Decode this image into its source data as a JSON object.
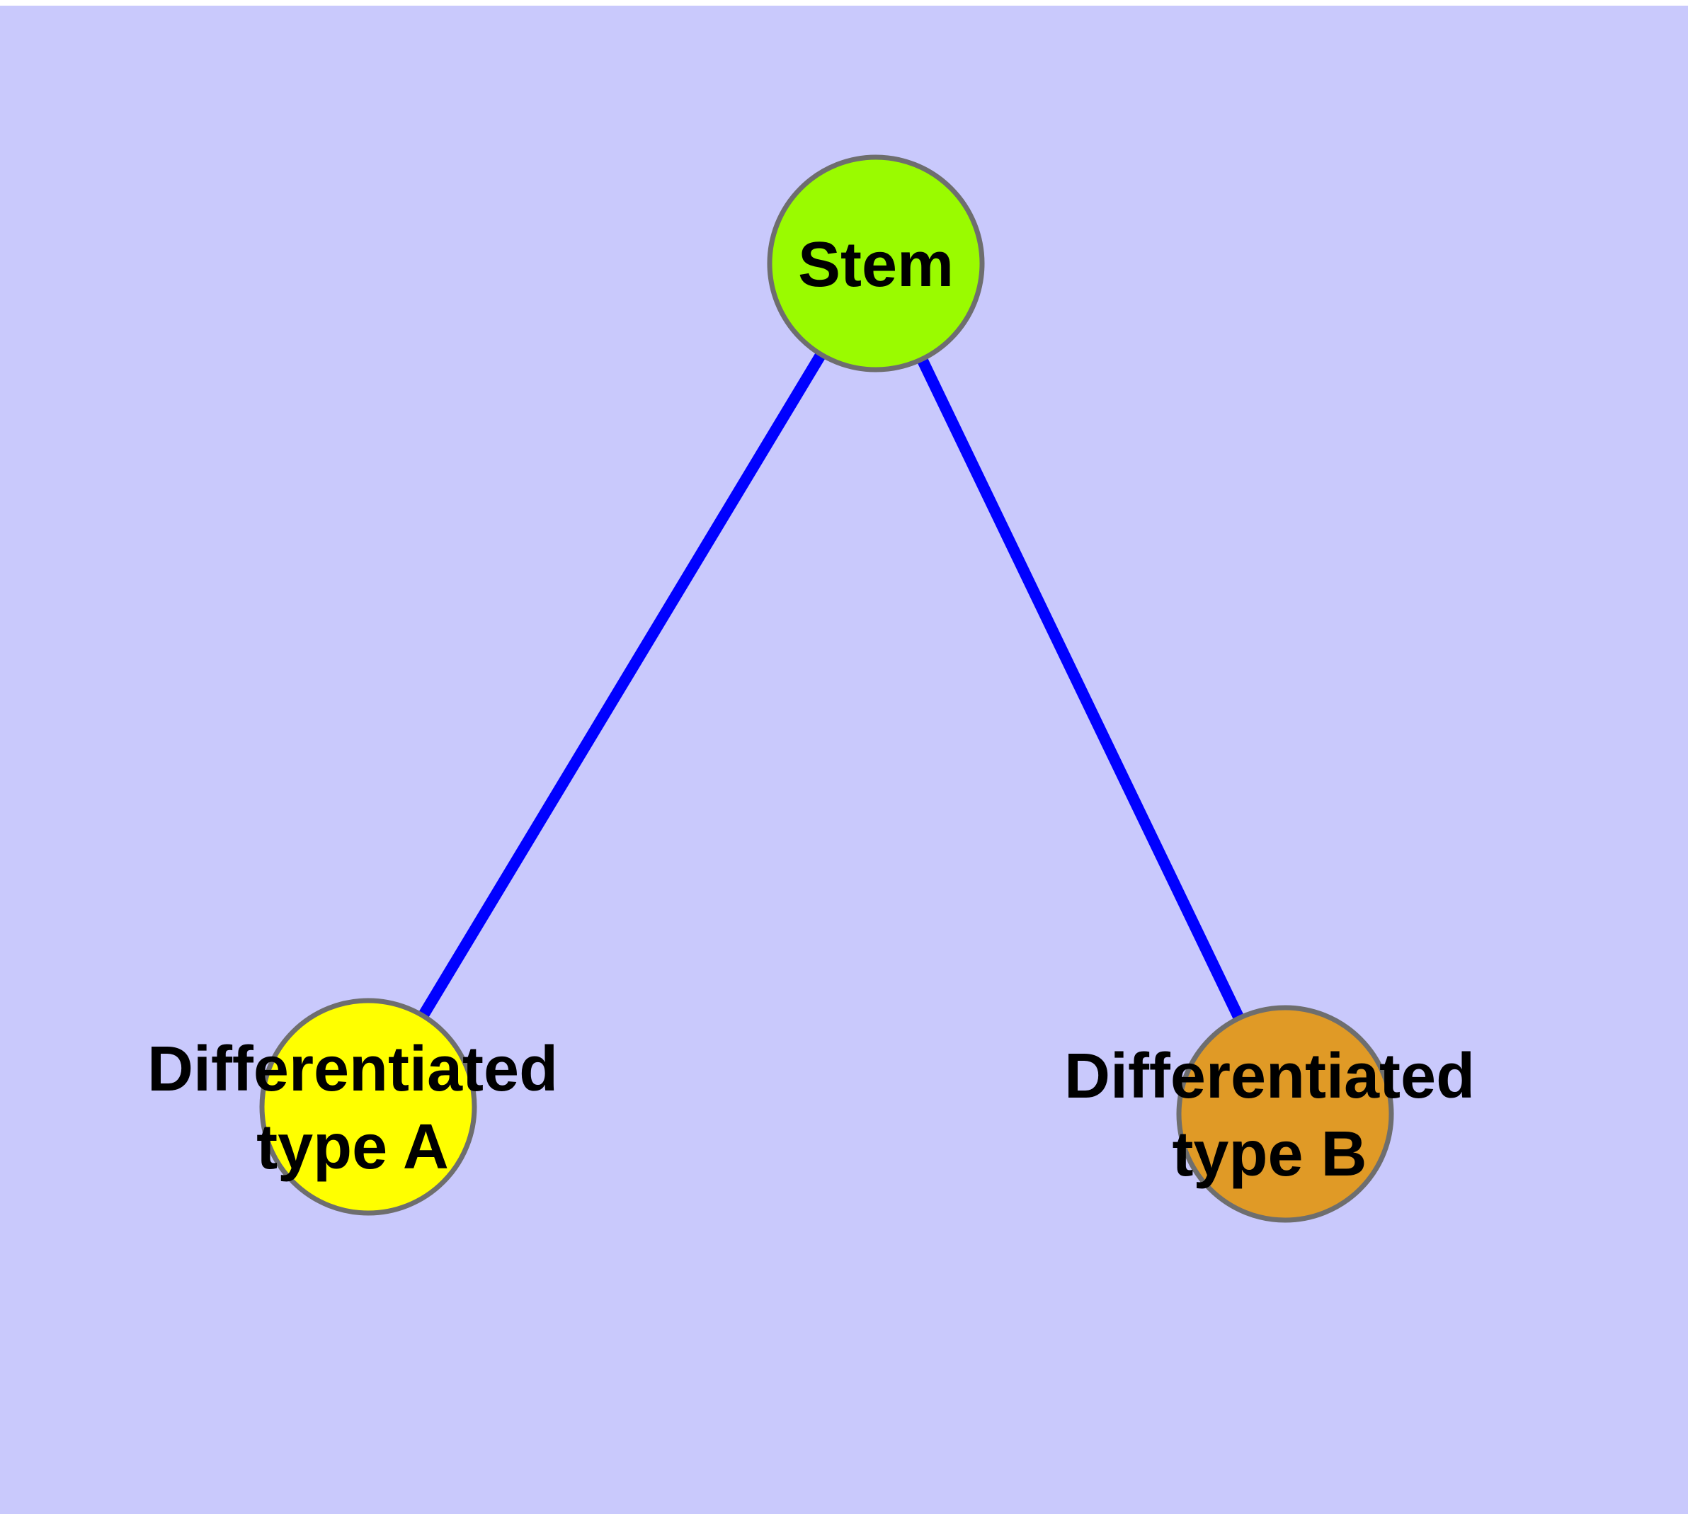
{
  "canvas": {
    "background_color": "#C9C9FC",
    "margin_color": "#FFFFFF"
  },
  "diagram": {
    "nodes": [
      {
        "id": "stem",
        "label": "Stem",
        "fill": "#9AFB00",
        "border_color": "#6E6E6E",
        "text_color": "#000000"
      },
      {
        "id": "differentiated-type-a",
        "label": "Differentiated\ntype A",
        "fill": "#FFFF00",
        "border_color": "#6E6E6E",
        "text_color": "#000000"
      },
      {
        "id": "differentiated-type-b",
        "label": "Differentiated\ntype B",
        "fill": "#E09A26",
        "border_color": "#6E6E6E",
        "text_color": "#000000"
      }
    ],
    "edges": [
      {
        "from": "stem",
        "to": "differentiated-type-a",
        "color": "#0000FF",
        "stroke_width": 16
      },
      {
        "from": "stem",
        "to": "differentiated-type-b",
        "color": "#0000FF",
        "stroke_width": 16
      }
    ]
  }
}
